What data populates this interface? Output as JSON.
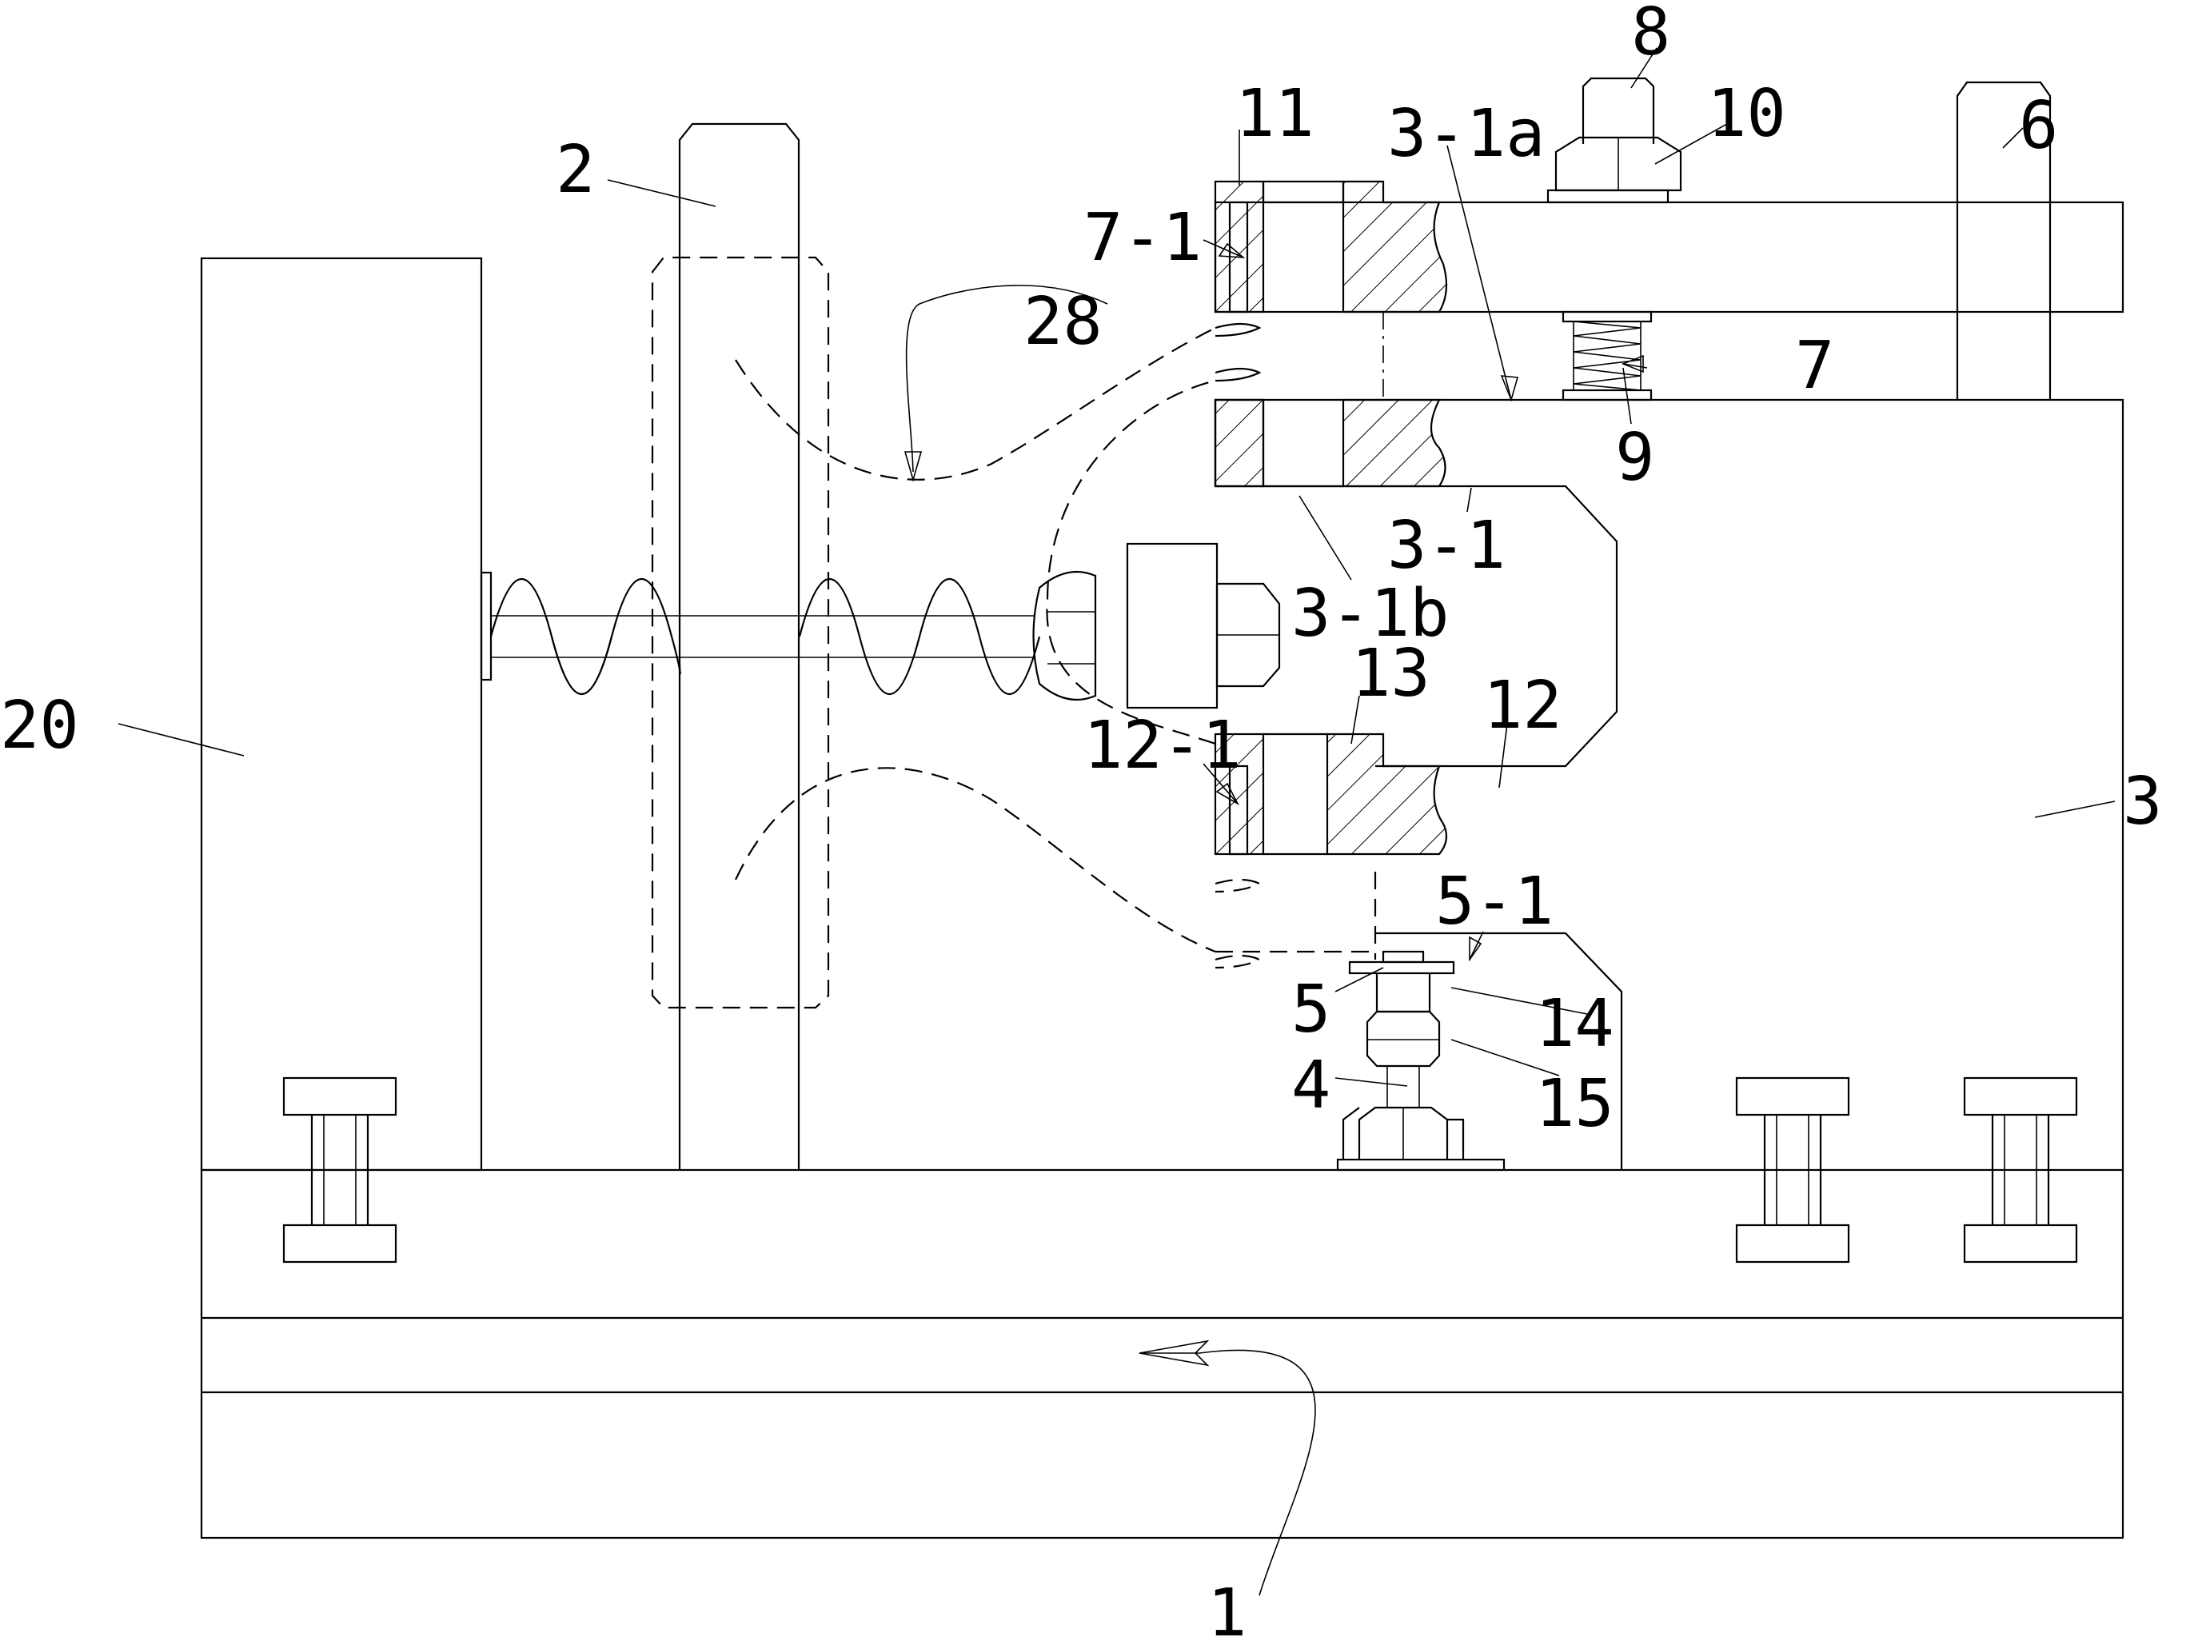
{
  "labels": {
    "l1": "1",
    "l2": "2",
    "l3": "3",
    "l3_1": "3-1",
    "l3_1a": "3-1a",
    "l3_1b": "3-1b",
    "l4": "4",
    "l5": "5",
    "l5_1": "5-1",
    "l6": "6",
    "l7": "7",
    "l7_1": "7-1",
    "l8": "8",
    "l9": "9",
    "l10": "10",
    "l11": "11",
    "l12": "12",
    "l12_1": "12-1",
    "l13": "13",
    "l14": "14",
    "l15": "15",
    "l20": "20",
    "l28": "28"
  }
}
